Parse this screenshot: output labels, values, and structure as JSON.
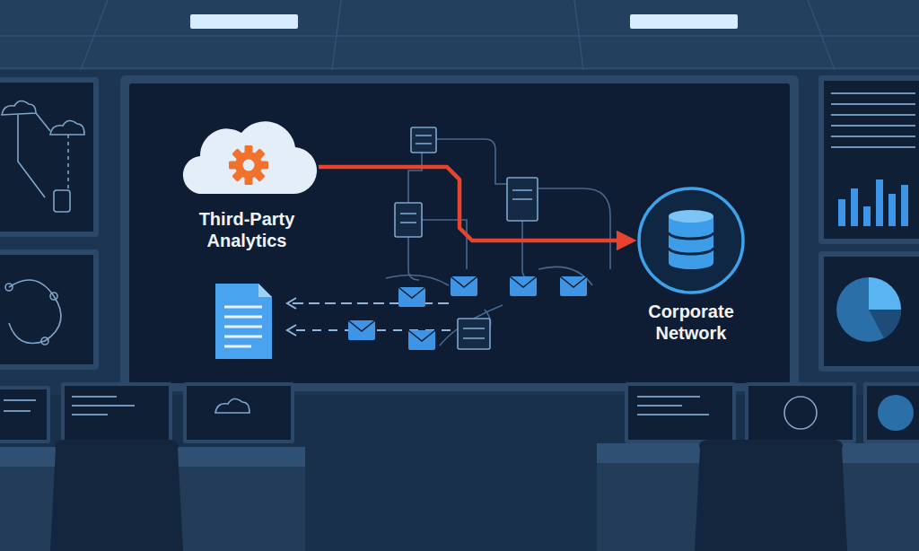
{
  "diagram": {
    "nodes": [
      {
        "text": [
          "Third-Party Analytics"
        ]
      },
      {
        "text": [
          "Corporate Network"
        ]
      }
    ],
    "edges": [
      {
        "from": 0,
        "to": 1,
        "arrow": "to"
      }
    ]
  }
}
